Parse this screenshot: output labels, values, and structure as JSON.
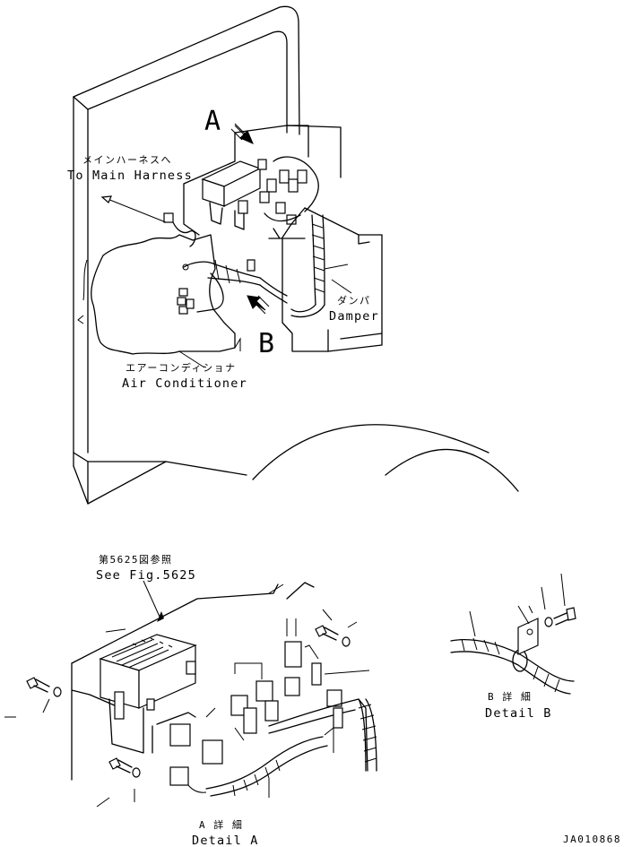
{
  "labels": {
    "main_harness_jp": "メインハーネスへ",
    "main_harness_en": "To Main Harness",
    "damper_jp": "ダンパ",
    "damper_en": "Damper",
    "aircon_jp": "エアーコンディショナ",
    "aircon_en": "Air Conditioner",
    "view_a": "A",
    "view_b": "B",
    "ref_jp": "第5625図参照",
    "ref_en": "See Fig.5625",
    "detail_a_jp": "A 詳 細",
    "detail_a_en": "Detail A",
    "detail_b_jp": "B 詳 細",
    "detail_b_en": "Detail B",
    "drawing_no": "JA010868"
  },
  "icons": {
    "arrow_a": "view-direction-arrow",
    "arrow_b": "view-direction-arrow"
  }
}
